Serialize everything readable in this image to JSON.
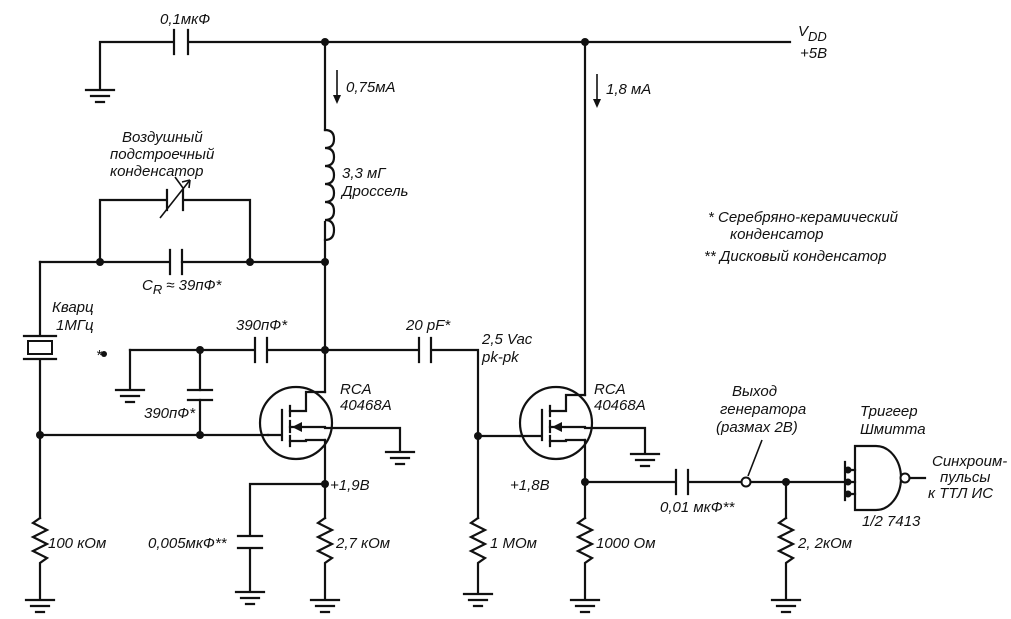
{
  "supply": {
    "vdd_label": "V",
    "vdd_sub": "DD",
    "voltage": "+5В"
  },
  "currents": {
    "osc": "0,75мА",
    "buffer": "1,8 мА"
  },
  "components": {
    "c_top": "0,1мкФ",
    "choke_value": "3,3 мГ",
    "choke_name": "Дроссель",
    "trimmer_line1": "Воздушный",
    "trimmer_line2": "подстроечный",
    "trimmer_line3": "конденсатор",
    "ck_label": "C",
    "ck_sub": "R",
    "ck_value": "≈ 39пФ*",
    "crystal_line1": "Кварц",
    "crystal_line2": "1МГц",
    "c390_top": "390пФ*",
    "c390_left": "390пФ*",
    "c20": "20 pF*",
    "vac_line1": "2,5 Vac",
    "vac_line2": "pk-pk",
    "q1_line1": "RCA",
    "q1_line2": "40468A",
    "q2_line1": "RCA",
    "q2_line2": "40468A",
    "v_q1": "+1,9В",
    "v_q2": "+1,8В",
    "r100k": "100 кОм",
    "c0005": "0,005мкФ**",
    "r27k": "2,7 кОм",
    "r1m": "1 МОм",
    "r1000": "1000 Ом",
    "c001": "0,01 мкФ**",
    "r22k": "2, 2кОм",
    "out_line1": "Выход",
    "out_line2": "генератора",
    "out_line3": "(размах 2В)",
    "trig_line1": "Тригеер",
    "trig_line2": "Шмитта",
    "trig_part": "1/2 7413",
    "sync_line1": "Синхроим-",
    "sync_line2": "пульсы",
    "sync_line3": "к ТТЛ ИС"
  },
  "notes": {
    "note1_line1": "* Серебряно-керамический",
    "note1_line2": "конденсатор",
    "note2": "** Дисковый конденсатор"
  },
  "marks": {
    "star": "*"
  }
}
